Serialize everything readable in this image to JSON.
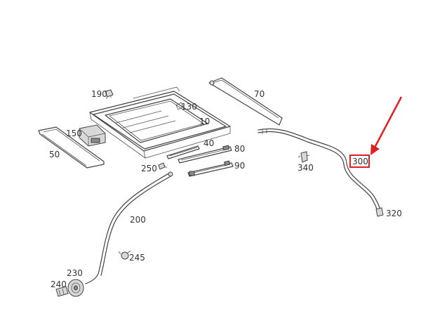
{
  "diagram": {
    "labels": {
      "p190": "190",
      "p130": "130",
      "p70": "70",
      "p10": "10",
      "p150": "150",
      "p50": "50",
      "p40": "40",
      "p80": "80",
      "p90": "90",
      "p250": "250",
      "p340": "340",
      "p300": "300",
      "p320": "320",
      "p200": "200",
      "p245": "245",
      "p230": "230",
      "p240": "240"
    },
    "highlight_color": "#e02020",
    "line_color": "#444444"
  }
}
